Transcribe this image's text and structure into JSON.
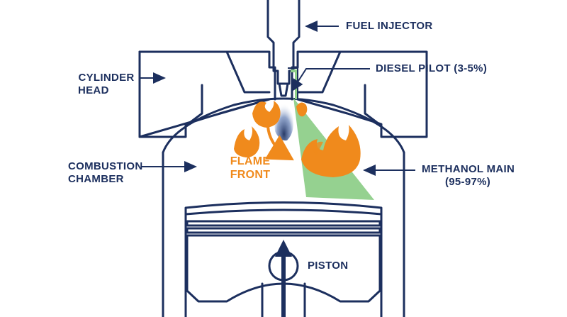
{
  "labels": {
    "fuel_injector": "FUEL INJECTOR",
    "diesel_pilot": "DIESEL PILOT (3-5%)",
    "cylinder_head_line1": "CYLINDER",
    "cylinder_head_line2": "HEAD",
    "combustion_chamber_line1": "COMBUSTION",
    "combustion_chamber_line2": "CHAMBER",
    "methanol_main_line1": "METHANOL MAIN",
    "methanol_main_line2": "(95-97%)",
    "flame_front_line1": "FLAME",
    "flame_front_line2": "FRONT",
    "piston": "PISTON"
  },
  "colors": {
    "outline": "#1c2f5e",
    "flame": "#f08a1c",
    "methanol_spray": "#8fcf8a",
    "diesel_spray": "#1c2f5e",
    "background": "#ffffff"
  },
  "icons": {
    "flame": "flame-icon",
    "arrow": "arrow-icon"
  }
}
